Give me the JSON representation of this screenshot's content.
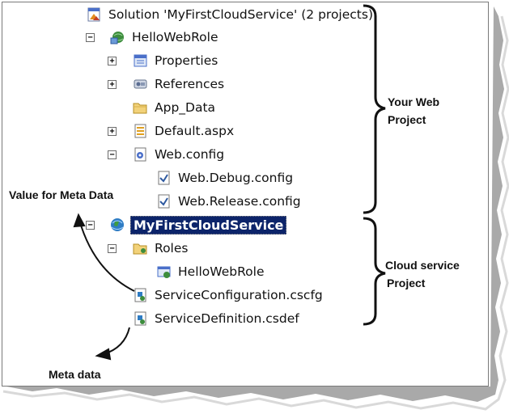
{
  "tree": {
    "solution": "Solution 'MyFirstCloudService' (2 projects)",
    "web_role_project": "HelloWebRole",
    "properties": "Properties",
    "references": "References",
    "app_data": "App_Data",
    "default_aspx": "Default.aspx",
    "web_config": "Web.config",
    "web_debug_config": "Web.Debug.config",
    "web_release_config": "Web.Release.config",
    "cloud_service": "MyFirstCloudService",
    "roles": "Roles",
    "role_hellowebrole": "HelloWebRole",
    "service_configuration": "ServiceConfiguration.cscfg",
    "service_definition": "ServiceDefinition.csdef"
  },
  "annotations": {
    "web_project_line1": "Your Web",
    "web_project_line2": "Project",
    "cloud_project_line1": "Cloud service",
    "cloud_project_line2": "Project",
    "value_for_meta_data": "Value for Meta Data",
    "meta_data": "Meta data"
  },
  "expanders": {
    "expanded": "−",
    "collapsed": "+"
  }
}
